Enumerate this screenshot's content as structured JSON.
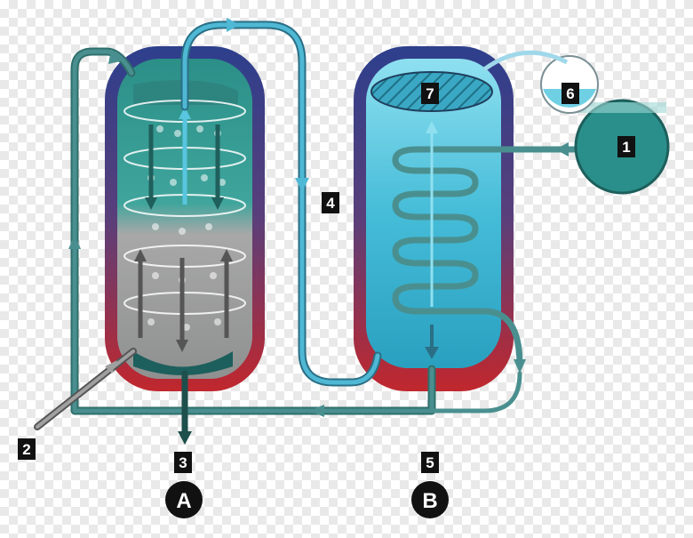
{
  "diagram": {
    "number_labels": [
      "1",
      "2",
      "3",
      "4",
      "5",
      "6",
      "7"
    ],
    "letter_labels": [
      "A",
      "B"
    ],
    "colors": {
      "pipe": "#4a8f8f",
      "pipe_light": "#4fb8d4",
      "vessel_wall_top": "#2d3f8c",
      "vessel_wall_bottom": "#c1272d",
      "liquid_teal": "#2a8f8a",
      "vessel_b_fill": "#3fb3d0",
      "label_box": "#111111"
    }
  }
}
